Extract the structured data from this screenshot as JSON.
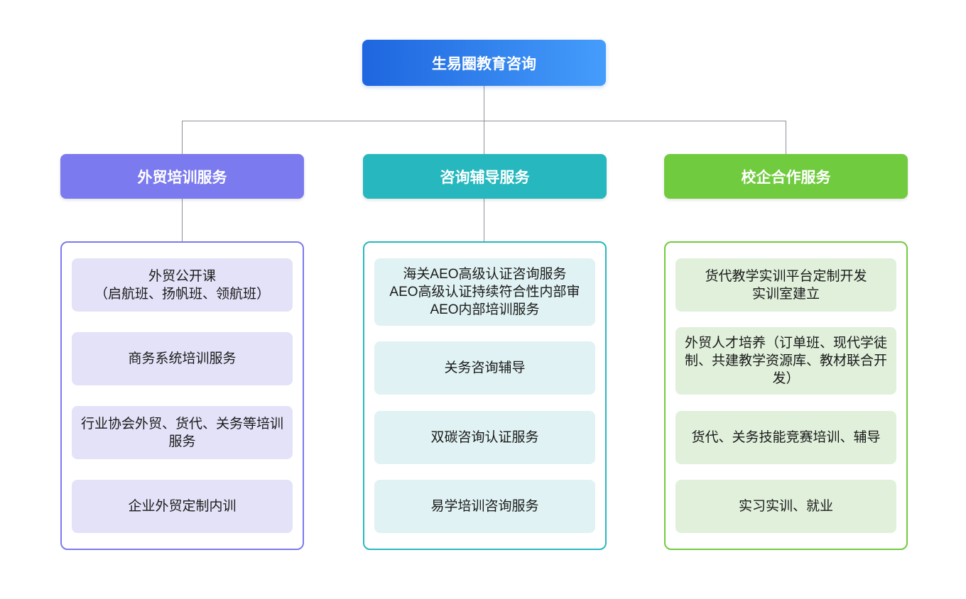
{
  "root": {
    "label": "生易圈教育咨询"
  },
  "branches": [
    {
      "label": "外贸培训服务",
      "items": [
        {
          "lines": [
            "外贸公开课",
            "（启航班、扬帆班、领航班）"
          ]
        },
        {
          "lines": [
            "商务系统培训服务"
          ]
        },
        {
          "lines": [
            "行业协会外贸、货代、关务等培训服务"
          ]
        },
        {
          "lines": [
            "企业外贸定制内训"
          ]
        }
      ]
    },
    {
      "label": "咨询辅导服务",
      "items": [
        {
          "lines": [
            "海关AEO高级认证咨询服务",
            "AEO高级认证持续符合性内部审",
            "AEO内部培训服务"
          ]
        },
        {
          "lines": [
            "关务咨询辅导"
          ]
        },
        {
          "lines": [
            "双碳咨询认证服务"
          ]
        },
        {
          "lines": [
            "易学培训咨询服务"
          ]
        }
      ]
    },
    {
      "label": "校企合作服务",
      "items": [
        {
          "lines": [
            "货代教学实训平台定制开发",
            "实训室建立"
          ]
        },
        {
          "lines": [
            "外贸人才培养（订单班、现代学徒制、共建教学资源库、教材联合开发）"
          ]
        },
        {
          "lines": [
            "货代、关务技能竞赛培训、辅导"
          ]
        },
        {
          "lines": [
            "实习实训、就业"
          ]
        }
      ]
    }
  ],
  "colors": {
    "root_gradient_start": "#1E66DF",
    "root_gradient_end": "#459DFB",
    "branch_trade": "#7B7AEE",
    "branch_trade_light": "#E4E2F8",
    "branch_consult": "#26B8BE",
    "branch_consult_light": "#E0F2F3",
    "branch_school": "#71CB3F",
    "branch_school_light": "#E0F0DB",
    "connector": "#8A9199"
  }
}
